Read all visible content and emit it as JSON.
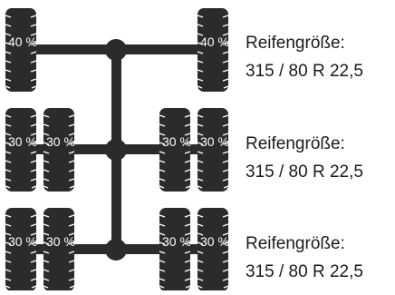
{
  "axles": [
    {
      "tires": [
        {
          "pct": "40 %"
        },
        {
          "pct": "40 %"
        }
      ],
      "label": "Reifengröße:",
      "size": "315 / 80 R 22,5"
    },
    {
      "tires": [
        {
          "pct": "30 %"
        },
        {
          "pct": "30 %"
        },
        {
          "pct": "30 %"
        },
        {
          "pct": "30 %"
        }
      ],
      "label": "Reifengröße:",
      "size": "315 / 80 R 22,5"
    },
    {
      "tires": [
        {
          "pct": "30 %"
        },
        {
          "pct": "30 %"
        },
        {
          "pct": "30 %"
        },
        {
          "pct": "30 %"
        }
      ],
      "label": "Reifengröße:",
      "size": "315 / 80 R 22,5"
    }
  ],
  "colors": {
    "frame": "#2b2b2b",
    "tire": "#2b2b2b",
    "tread": "#ffffff",
    "text": "#1a1a1a"
  }
}
